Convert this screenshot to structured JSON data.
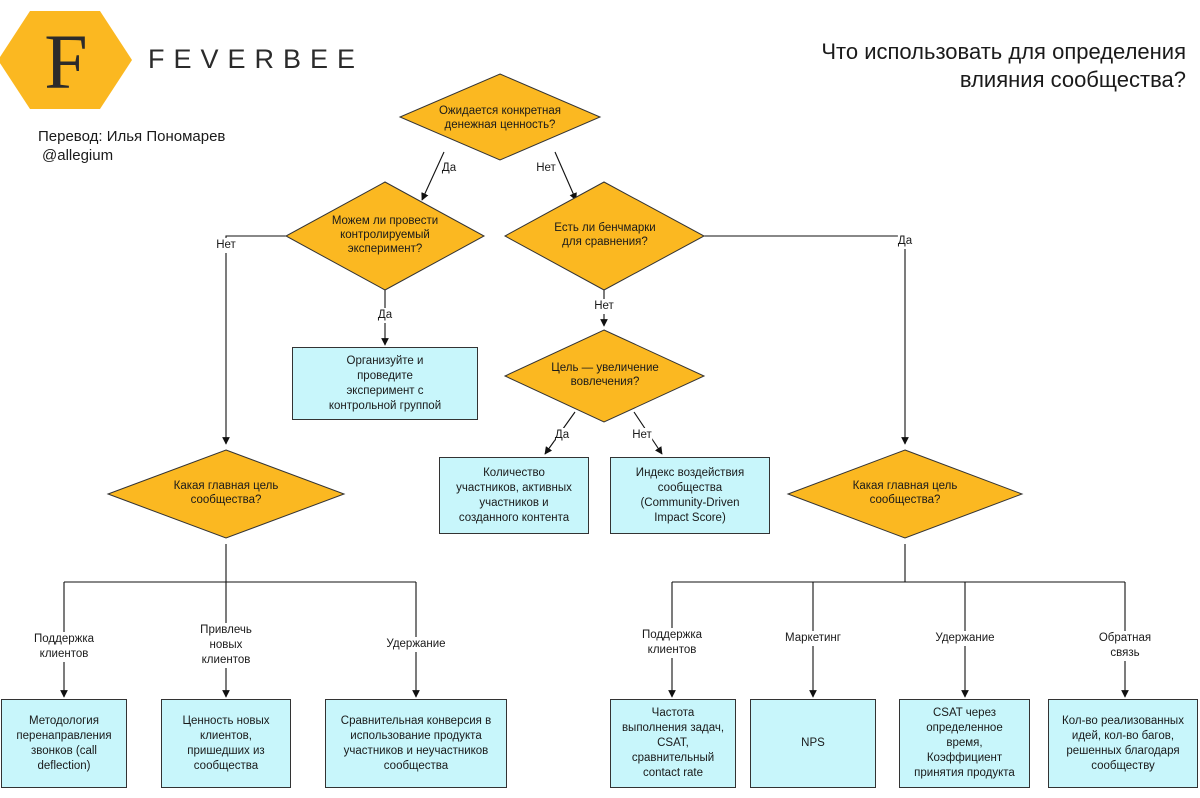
{
  "header": {
    "brand": "FEVERBEE",
    "logo_letter": "F",
    "credit_line1": "Перевод: Илья Пономарев",
    "credit_line2": "@allegium",
    "title_line1": "Что использовать для определения",
    "title_line2": "влияния сообщества?"
  },
  "colors": {
    "diamond": "#fbb821",
    "box": "#c8f6fb",
    "logo_hex": "#fbb821",
    "logo_letter": "#2b2b2b"
  },
  "decisions": {
    "q1": [
      "Ожидается конкретная",
      "денежная ценность?"
    ],
    "q2": [
      "Можем ли провести",
      "контролируемый",
      "эксперимент?"
    ],
    "q3": [
      "Есть ли бенчмарки",
      "для сравнения?"
    ],
    "q4": [
      "Цель — увеличение",
      "вовлечения?"
    ],
    "q5": [
      "Какая главная цель",
      "сообщества?"
    ],
    "q6": [
      "Какая главная цель",
      "сообщества?"
    ]
  },
  "edges": {
    "q1_yes": "Да",
    "q1_no": "Нет",
    "q2_no": "Нет",
    "q2_yes": "Да",
    "q3_yes": "Да",
    "q3_no": "Нет",
    "q4_yes": "Да",
    "q4_no": "Нет",
    "left_support": [
      "Поддержка",
      "клиентов"
    ],
    "left_attract": [
      "Привлечь",
      "новых",
      "клиентов"
    ],
    "left_retention": [
      "Удержание"
    ],
    "right_support": [
      "Поддержка",
      "клиентов"
    ],
    "right_marketing": [
      "Маркетинг"
    ],
    "right_retention": [
      "Удержание"
    ],
    "right_feedback": [
      "Обратная связь"
    ]
  },
  "results": {
    "experiment": [
      "Организуйте и",
      "проведите",
      "эксперимент с",
      "контрольной группой"
    ],
    "members": [
      "Количество",
      "участников, активных",
      "участников и",
      "созданного контента"
    ],
    "impact": [
      "Индекс воздействия",
      "сообщества",
      "(Community-Driven",
      "Impact Score)"
    ],
    "call_deflection": [
      "Методология",
      "перенаправления",
      "звонков (call",
      "deflection)"
    ],
    "new_customers": [
      "Ценность новых",
      "клиентов,",
      "пришедших из",
      "сообщества"
    ],
    "conversion": [
      "Сравнительная конверсия в",
      "использование продукта",
      "участников и неучастников",
      "сообщества"
    ],
    "task_completion": [
      "Частота",
      "выполнения задач,",
      "CSAT,",
      "сравнительный",
      "contact rate"
    ],
    "nps": [
      "NPS"
    ],
    "csat_time": [
      "CSAT через",
      "определенное",
      "время,",
      "Коэффициент",
      "принятия продукта"
    ],
    "ideas": [
      "Кол-во реализованных",
      "идей, кол-во багов,",
      "решенных благодаря",
      "сообществу"
    ]
  }
}
